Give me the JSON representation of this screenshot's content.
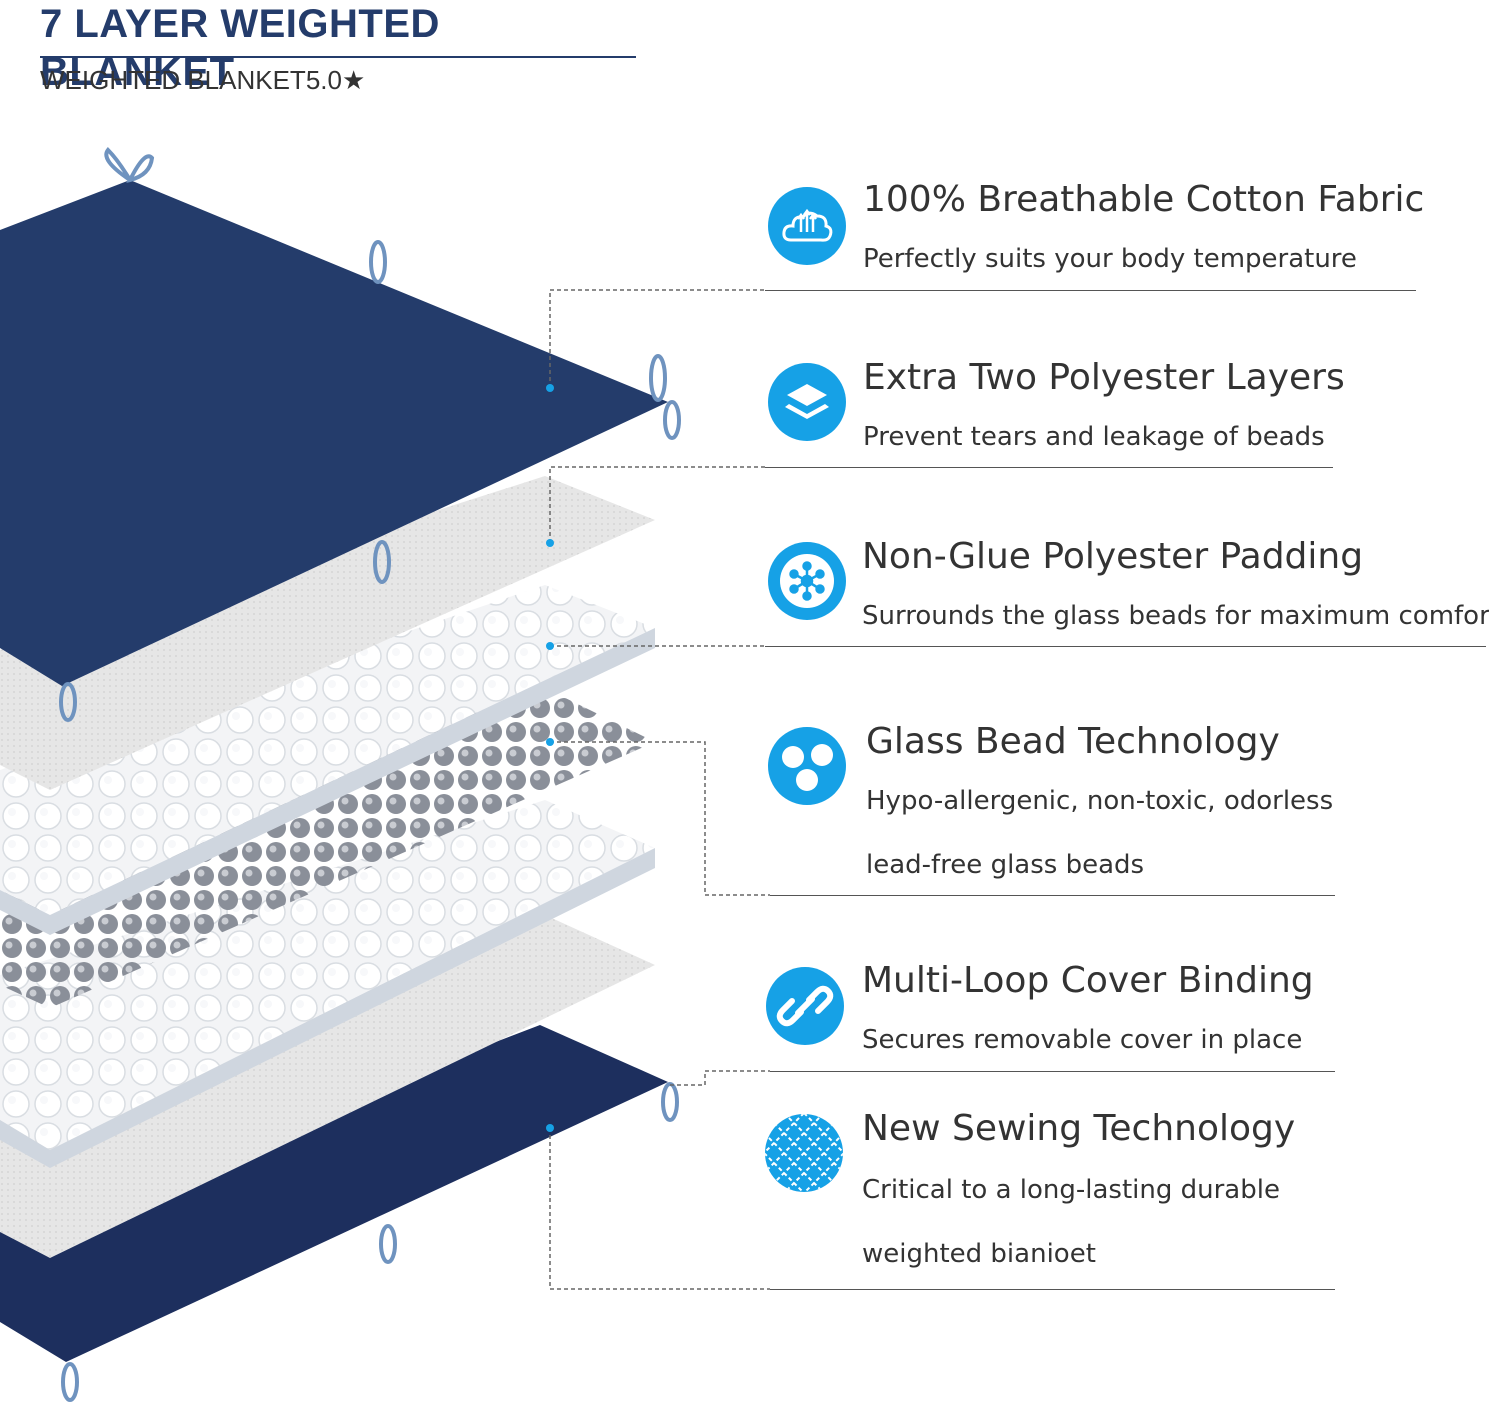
{
  "header": {
    "title": "7 LAYER WEIGHTED BLANKET",
    "subtitle": "WEIGHTED BLANKET5.0★"
  },
  "colors": {
    "navy": "#243c6b",
    "accent": "#16a1e6",
    "text": "#333333",
    "rule": "#555555",
    "dash": "#666666",
    "loop": "#6f93bf",
    "padding": "#e4e4e4",
    "bead": "#8a8f99"
  },
  "features": [
    {
      "title": "100% Breathable Cotton Fabric",
      "lines": [
        "Perfectly suits your body temperature"
      ],
      "icon": "cloud-airflow-icon"
    },
    {
      "title": "Extra Two Polyester Layers",
      "lines": [
        "Prevent tears and leakage of beads"
      ],
      "icon": "layers-icon"
    },
    {
      "title": "Non-Glue Polyester Padding",
      "lines": [
        "Surrounds the glass beads for maximum comfort"
      ],
      "icon": "molecule-icon"
    },
    {
      "title": "Glass Bead Technology",
      "lines": [
        "Hypo-allergenic, non-toxic, odorless",
        "lead-free glass beads"
      ],
      "icon": "glass-beads-icon"
    },
    {
      "title": "Multi-Loop Cover Binding",
      "lines": [
        "Secures removable cover in place"
      ],
      "icon": "chain-link-icon"
    },
    {
      "title": "New Sewing Technology",
      "lines": [
        "Critical to a long-lasting durable",
        "weighted bianioet"
      ],
      "icon": "stitch-pattern-icon"
    }
  ]
}
